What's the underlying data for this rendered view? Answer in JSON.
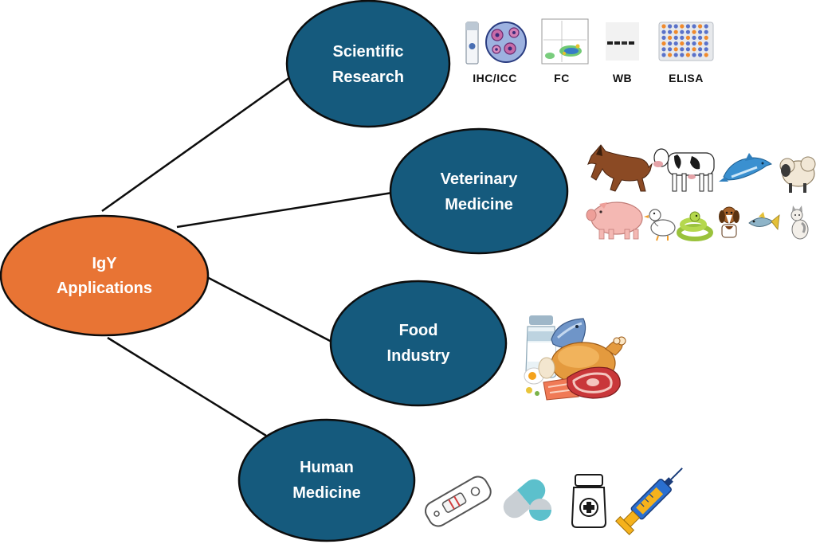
{
  "colors": {
    "center_fill": "#e87434",
    "node_fill": "#155a7d",
    "node_stroke": "#0d0d0d",
    "line": "#0d0d0d",
    "text": "#ffffff"
  },
  "center": {
    "line1": "IgY",
    "line2": "Applications"
  },
  "nodes": [
    {
      "id": "scientific-research",
      "line1": "Scientific",
      "line2": "Research"
    },
    {
      "id": "veterinary-medicine",
      "line1": "Veterinary",
      "line2": "Medicine"
    },
    {
      "id": "food-industry",
      "line1": "Food",
      "line2": "Industry"
    },
    {
      "id": "human-medicine",
      "line1": "Human",
      "line2": "Medicine"
    }
  ],
  "research_techniques": [
    {
      "label": "IHC/ICC",
      "icon": "microscopy-slide-and-cells-icon"
    },
    {
      "label": "FC",
      "icon": "flow-cytometry-plot-icon"
    },
    {
      "label": "WB",
      "icon": "western-blot-icon"
    },
    {
      "label": "ELISA",
      "icon": "elisa-plate-icon"
    }
  ],
  "veterinary_icons": [
    "horse-icon",
    "cow-icon",
    "dolphin-icon",
    "sheep-icon",
    "pig-icon",
    "duck-icon",
    "snake-icon",
    "dog-icon",
    "fish-icon",
    "cat-icon"
  ],
  "food_icons": [
    "milk-bottle-icon",
    "fish-icon",
    "roast-chicken-icon",
    "egg-icon",
    "salmon-icon",
    "steak-icon"
  ],
  "human_medicine_icons": [
    "rapid-test-icon",
    "capsule-icon",
    "medicine-bottle-icon",
    "syringe-icon"
  ]
}
